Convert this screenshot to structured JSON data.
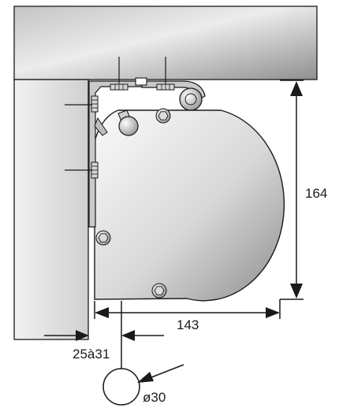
{
  "diagram": {
    "dimensions": {
      "height_label": "164",
      "depth_label": "143",
      "wall_offset_label": "25à31",
      "tube_diameter_label": "ø30"
    },
    "colors": {
      "ceiling_light": "#ececec",
      "ceiling_dark": "#9a9a9a",
      "cassette_light": "#f4f4f4",
      "cassette_dark": "#9c9c9c",
      "line": "#1a1a1a",
      "bracket": "#c8c8c8"
    }
  }
}
